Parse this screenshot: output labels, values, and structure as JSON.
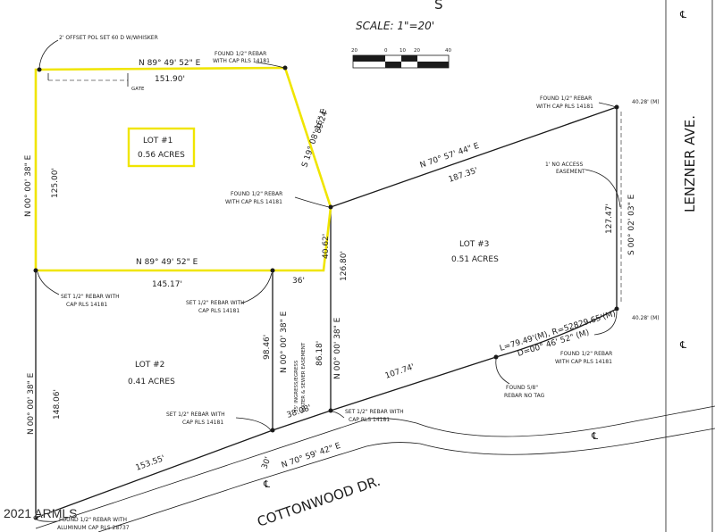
{
  "header": {
    "north_letter": "S",
    "scale": "SCALE: 1\"=20'"
  },
  "scale_bar": {
    "ticks": [
      "20",
      "0",
      "10",
      "20",
      "40"
    ]
  },
  "streets": {
    "lenzner": "LENZNER AVE.",
    "cottonwood": "COTTONWOOD DR."
  },
  "centerline_symbol": "℄",
  "lots": [
    {
      "name": "LOT #1",
      "area": "0.56 ACRES"
    },
    {
      "name": "LOT #2",
      "area": "0.41 ACRES"
    },
    {
      "name": "LOT #3",
      "area": "0.51 ACRES"
    }
  ],
  "bearings": {
    "lot1_north": "N 89° 49' 52\" E",
    "lot1_south": "N 89° 49' 52\" E",
    "lot1_west": "N 00° 00' 38\" E",
    "lot1_east": "S 19° 08' 16\" E",
    "lot3_north": "N 70° 57' 44\" E",
    "lenzner": "S 00° 02' 03\" E",
    "west_lower": "N 00° 00' 38\" E",
    "mid_line": "N 00° 00' 38\" E",
    "mid_line2": "N 00° 00' 38\" E",
    "cottonwood": "N 70° 59' 42\" E"
  },
  "distances": {
    "d151": "151.90'",
    "d89": "89.24'",
    "d125": "125.00'",
    "d187": "187.35'",
    "d127": "127.47'",
    "d40_62": "40.62'",
    "d126": "126.80'",
    "d145": "145.17'",
    "d36": "36'",
    "d98": "98.46'",
    "d86": "86.18'",
    "d107": "107.74'",
    "d38": "38.08'",
    "d148": "148.06'",
    "d153": "153.55'",
    "d30": "30'",
    "d40_28a": "40.28' (M)",
    "d40_28b": "40.28' (M)"
  },
  "curve": {
    "line1": "L=79.49'(M), R=52829.65'(M)",
    "line2": "D=00° 46' 52\" (M)"
  },
  "notes": {
    "offset_pol": "2' OFFSET POL SET 60 D W/WHISKER",
    "gate": "GATE",
    "found_cap_1a": "FOUND 1/2\" REBAR",
    "found_cap_1b": "WITH CAP RLS 14181",
    "found_cap_2a": "FOUND 1/2\" REBAR",
    "found_cap_2b": "WITH CAP RLS 14181",
    "found_cap_3a": "FOUND 1/2\" REBAR",
    "found_cap_3b": "WITH CAP RLS 14181",
    "found_cap_4a": "FOUND 1/2\" REBAR",
    "found_cap_4b": "WITH CAP RLS 14181",
    "no_access_a": "1' NO ACCESS",
    "no_access_b": "EASEMENT",
    "set_a1": "SET 1/2\" REBAR WITH",
    "set_a2": "CAP RLS 14181",
    "set_b1": "SET 1/2\" REBAR WITH",
    "set_b2": "CAP RLS 14181",
    "set_c1": "SET 1/2\" REBAR WITH",
    "set_c2": "CAP RLS 14181",
    "set_d1": "SET 1/2\" REBAR WITH",
    "set_d2": "CAP RLS 14181",
    "easement_a": "35' INGRESS/EGRESS",
    "easement_b": "WATER & SEWER EASEMENT",
    "found58_a": "FOUND 5/8\"",
    "found58_b": "REBAR NO TAG",
    "alum_a": "FOUND 1/2\" REBAR WITH",
    "alum_b": "ALUMINUM CAP RLS 28737"
  },
  "watermark": "2021 ARMLS",
  "colors": {
    "highlight": "#f0e500",
    "linework": "#1a1a1a"
  }
}
